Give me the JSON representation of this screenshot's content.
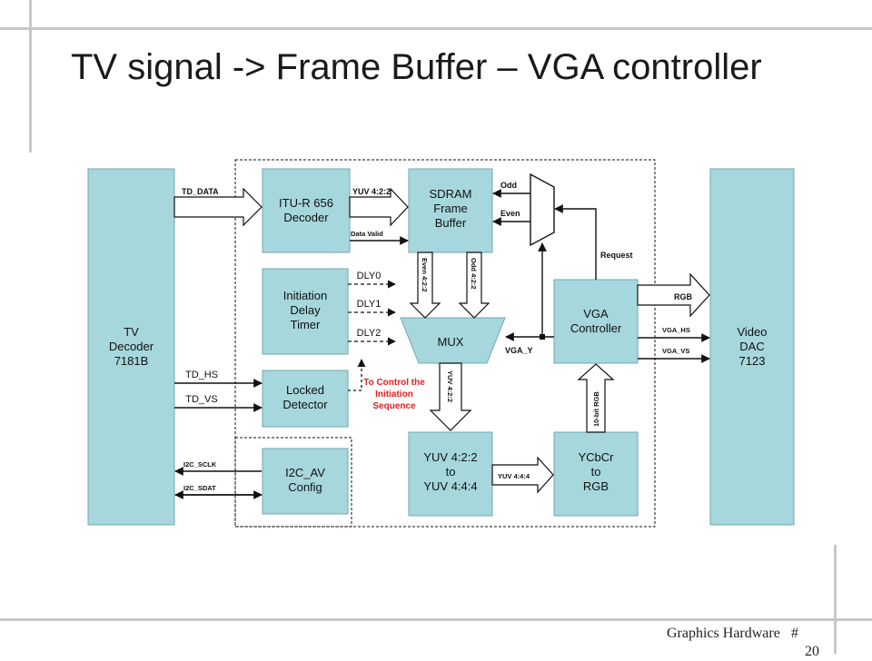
{
  "title": "TV signal -> Frame Buffer – VGA controller",
  "footer": {
    "label": "Graphics Hardware",
    "hash": "#",
    "page": "20"
  },
  "blocks": {
    "tv_decoder": [
      "TV",
      "Decoder",
      "7181B"
    ],
    "itu_decoder": [
      "ITU-R 656",
      "Decoder"
    ],
    "sdram": [
      "SDRAM",
      "Frame",
      "Buffer"
    ],
    "init_timer": [
      "Initiation",
      "Delay",
      "Timer"
    ],
    "locked": [
      "Locked",
      "Detector"
    ],
    "i2c_config": [
      "I2C_AV",
      "Config"
    ],
    "mux": "MUX",
    "vga": [
      "VGA",
      "Controller"
    ],
    "yuv_conv": [
      "YUV 4:2:2",
      "to",
      "YUV 4:4:4"
    ],
    "ycbcr": [
      "YCbCr",
      "to",
      "RGB"
    ],
    "dac": [
      "Video",
      "DAC",
      "7123"
    ]
  },
  "signals": {
    "td_data": "TD_DATA",
    "yuv422_top": "YUV 4:2:2",
    "data_valid": "Data Valid",
    "odd": "Odd",
    "even": "Even",
    "request": "Request",
    "dly0": "DLY0",
    "dly1": "DLY1",
    "dly2": "DLY2",
    "even422": "Even 4:2:2",
    "odd422": "Odd 4:2:2",
    "vga_y": "VGA_Y",
    "rgb": "RGB",
    "vga_hs": "VGA_HS",
    "vga_vs": "VGA_VS",
    "td_hs": "TD_HS",
    "td_vs": "TD_VS",
    "yuv422_down": "YUV 4:2:2",
    "rgb10": "10-bit RGB",
    "i2c_sclk": "I2C_SCLK",
    "i2c_sdat": "I2C_SDAT",
    "yuv444": "YUV 4:4:4"
  },
  "annotation": [
    "To Control the",
    "Initiation",
    "Sequence"
  ],
  "colors": {
    "block_fill": "#a6d7dc",
    "annotation": "#e02020",
    "frame": "#c8c8c8"
  }
}
